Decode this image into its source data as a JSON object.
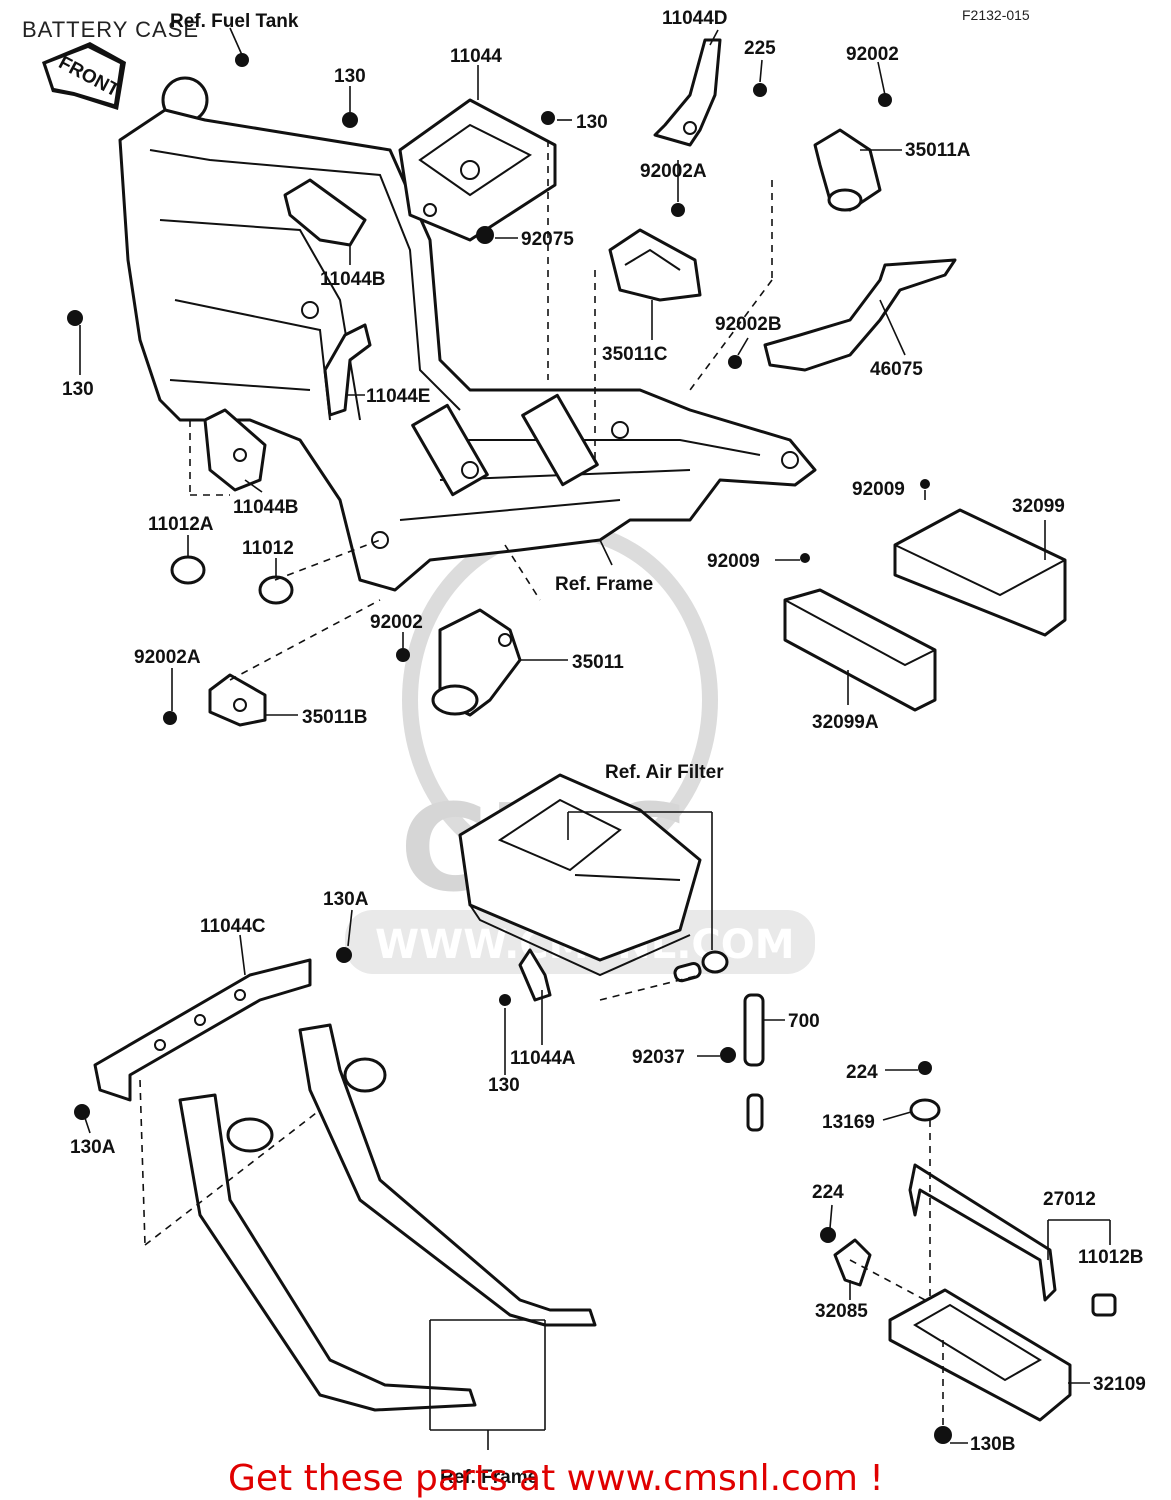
{
  "title": "BATTERY CASE",
  "drawing_code": "F2132-015",
  "front_arrow": "FRONT",
  "watermark": {
    "logo": "CMS",
    "url": "WWW.CMSNL.COM"
  },
  "footer": "Get these parts at www.cmsnl.com !",
  "references": {
    "fuel_tank": "Ref. Fuel Tank",
    "frame_top": "Ref. Frame",
    "air_filter": "Ref. Air Filter",
    "frame_bottom": "Ref. Frame"
  },
  "parts": {
    "p11044D": "11044D",
    "p225": "225",
    "p92002_top": "92002",
    "p11044": "11044",
    "p130_a": "130",
    "p130_b": "130",
    "p35011A": "35011A",
    "p92002A_top": "92002A",
    "p92075": "92075",
    "p11044B_upper": "11044B",
    "p92002B": "92002B",
    "p35011C": "35011C",
    "p46075": "46075",
    "p130_left": "130",
    "p11044E": "11044E",
    "p11044B_lower": "11044B",
    "p92009_a": "92009",
    "p32099": "32099",
    "p11012A": "11012A",
    "p11012": "11012",
    "p92009_b": "92009",
    "p92002_mid": "92002",
    "p35011": "35011",
    "p92002A_low": "92002A",
    "p35011B": "35011B",
    "p32099A": "32099A",
    "p130A_top": "130A",
    "p11044C": "11044C",
    "p700": "700",
    "p130_low": "130",
    "p11044A": "11044A",
    "p92037": "92037",
    "p224_a": "224",
    "p13169": "13169",
    "p130A_left": "130A",
    "p224_b": "224",
    "p27012": "27012",
    "p11012B": "11012B",
    "p32085": "32085",
    "p32109": "32109",
    "p130B": "130B"
  }
}
